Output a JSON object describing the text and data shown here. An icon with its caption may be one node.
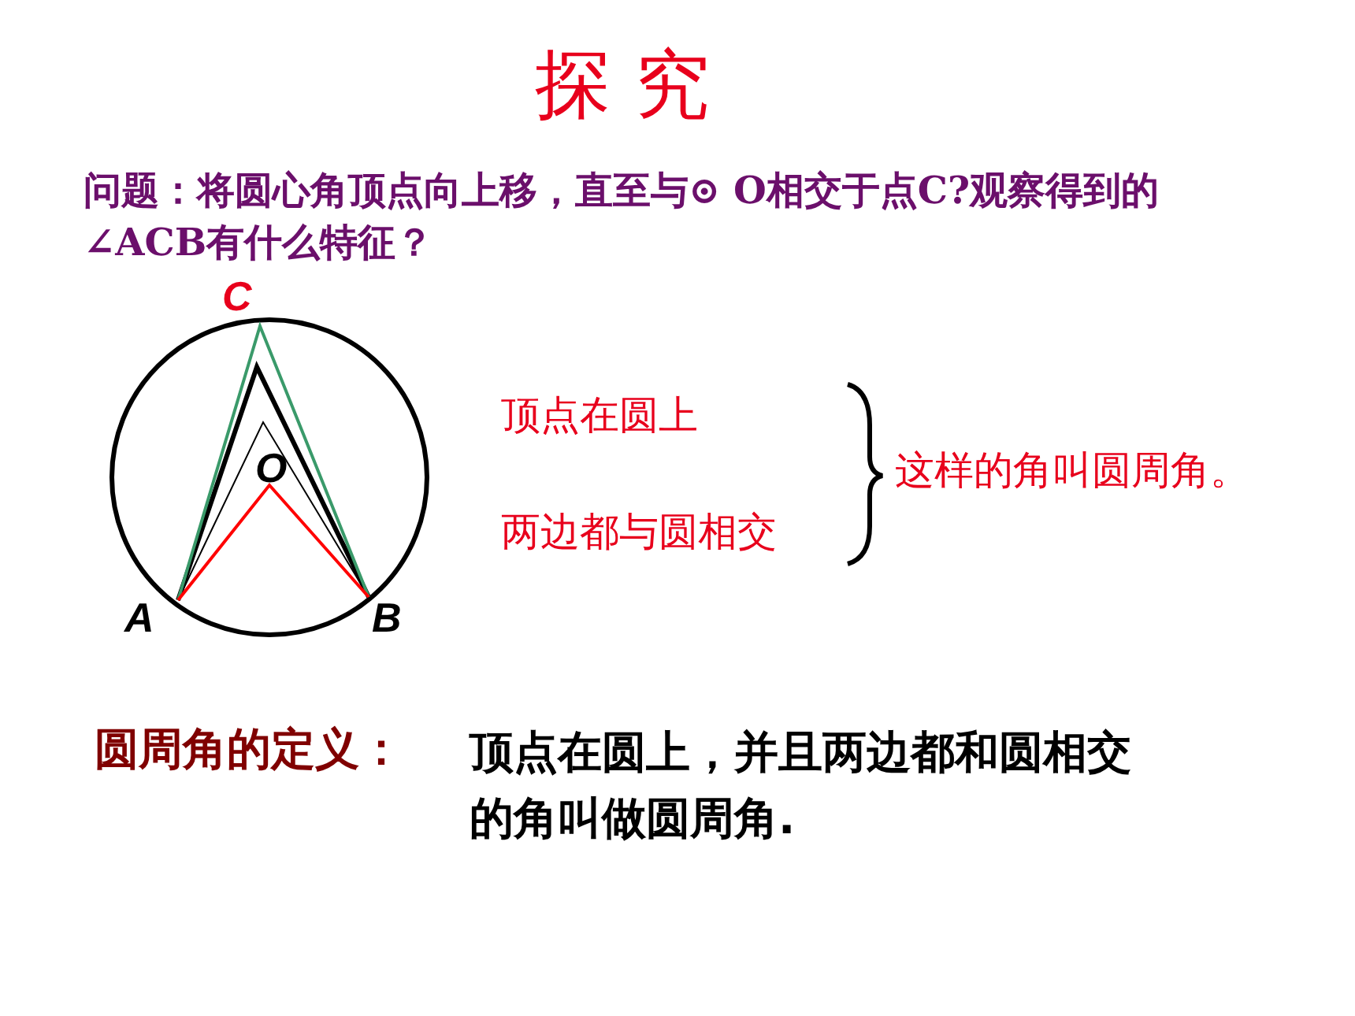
{
  "diagram": {
    "title": "探 究",
    "labels": [
      "问题：将圆心角顶点向上移，直至与⊙ O相交于点C?观察得到的∠ACB有什么特征？",
      "C",
      "O",
      "A",
      "B",
      "顶点在圆上",
      "两边都与圆相交",
      "这样的角叫圆周角。",
      "圆周角的定义：",
      "顶点在圆上，并且两边都和圆相交的角叫做圆周角."
    ]
  }
}
